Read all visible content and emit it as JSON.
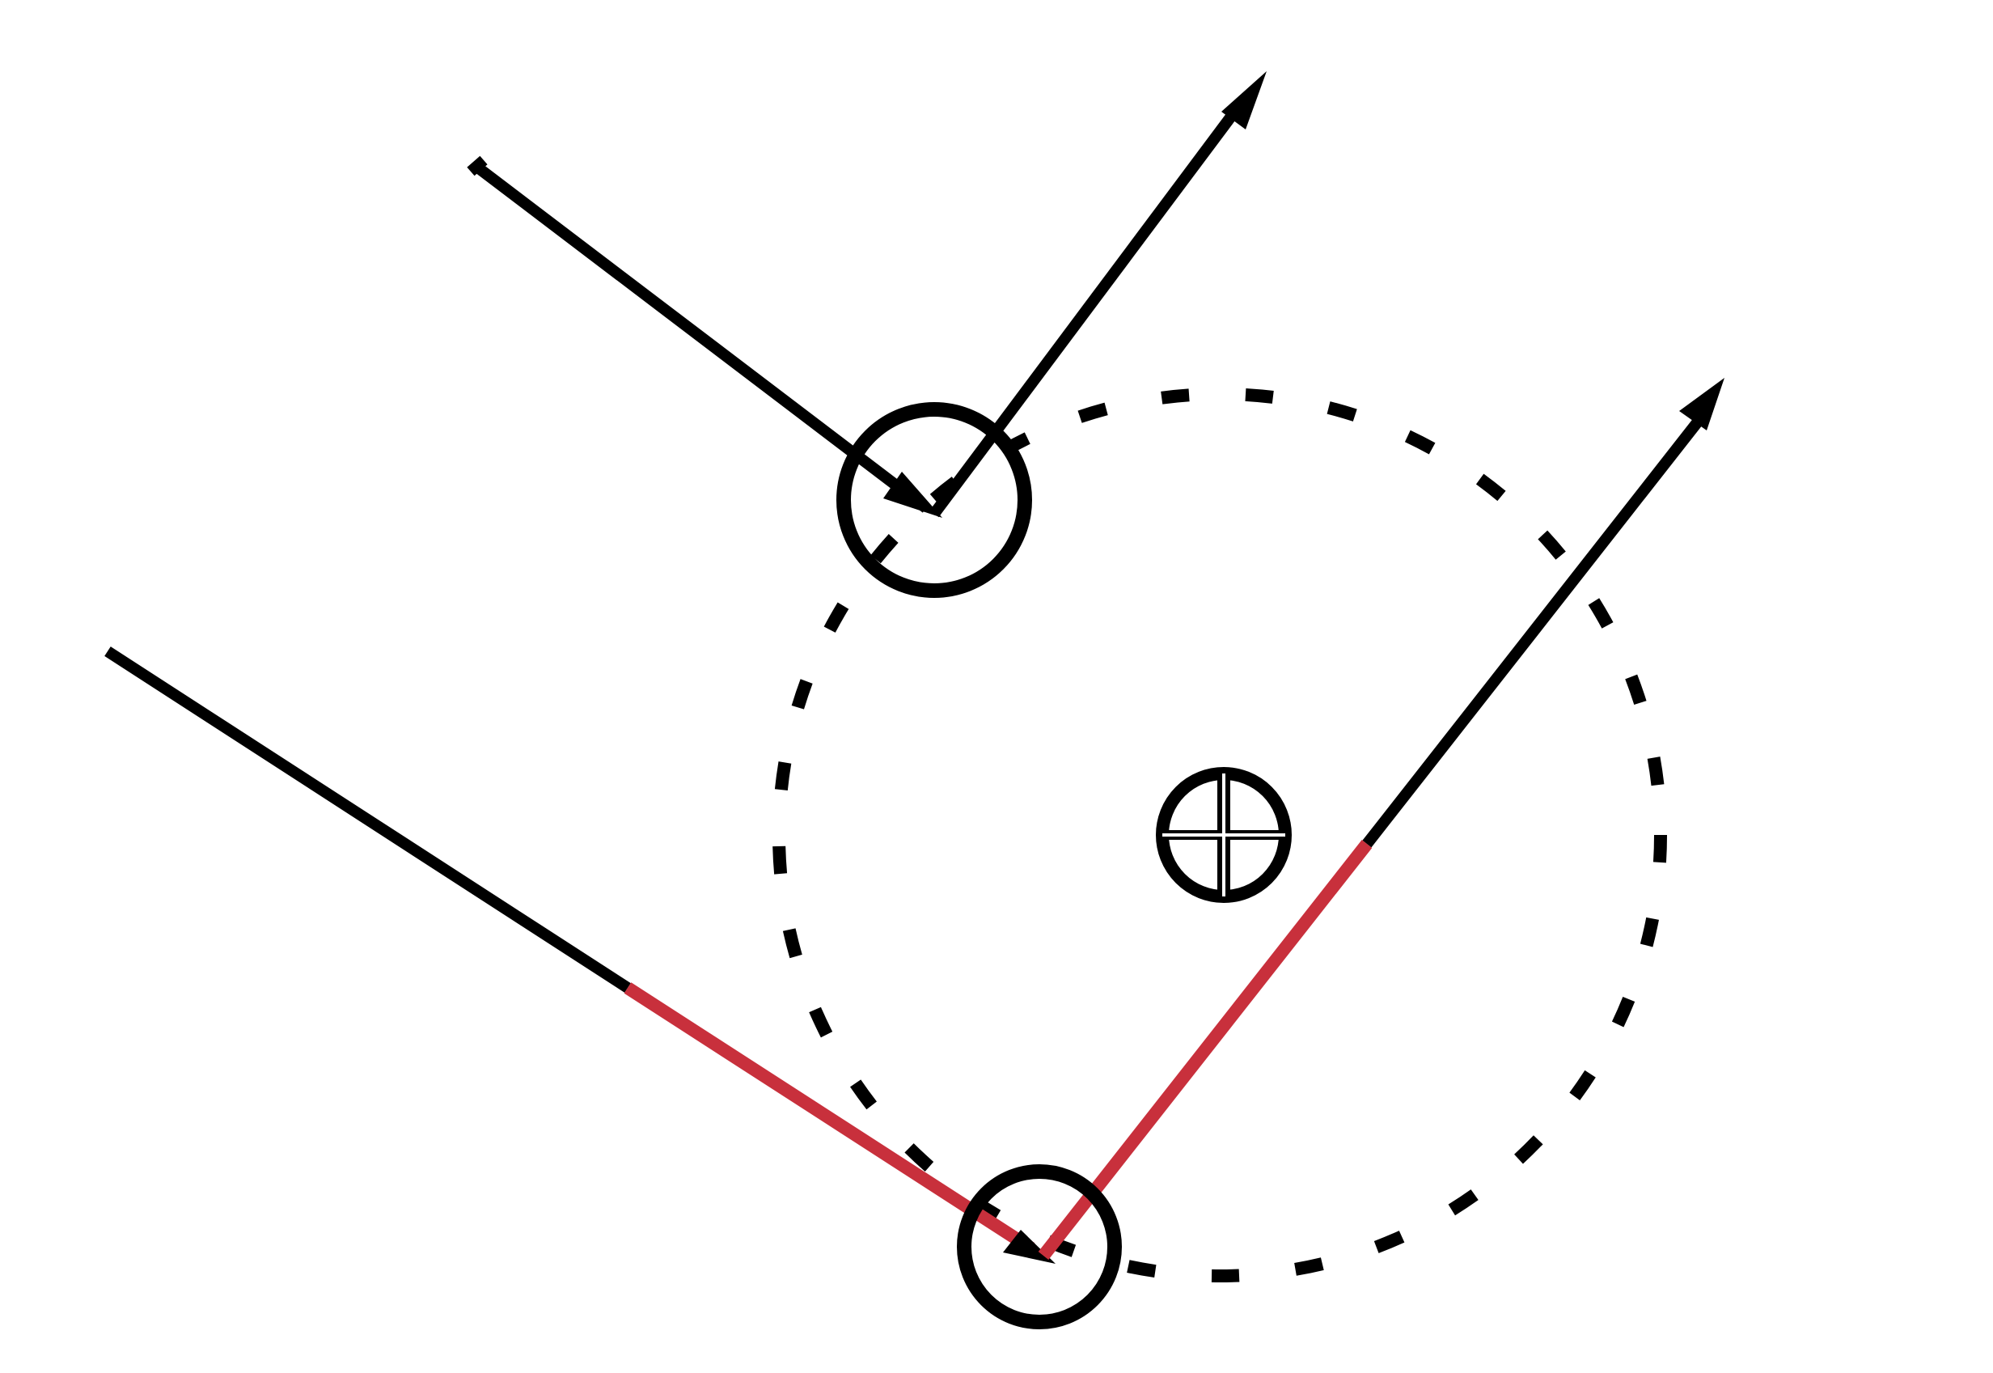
{
  "diagram": {
    "type": "geometric-optics-sketch",
    "colors": {
      "stroke": "#000000",
      "highlight": "#c8303c",
      "background": "#ffffff"
    },
    "elements": {
      "incoming_ray_top": "arrow",
      "outgoing_ray_top": "arrow",
      "incoming_ray_bottom": "line",
      "outgoing_ray_bottom": "arrow",
      "reflection_circle_top": "circle",
      "reflection_circle_bottom": "circle",
      "path_circle": "dashed-circle",
      "center_symbol": "circle-plus-icon"
    },
    "highlighted_segments": [
      "incoming_ray_bottom",
      "outgoing_ray_bottom"
    ]
  }
}
